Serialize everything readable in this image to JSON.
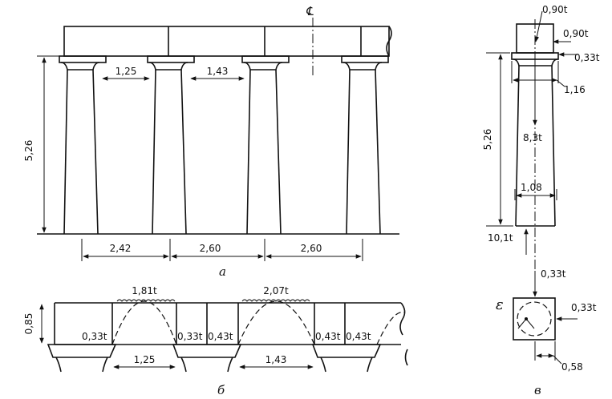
{
  "figure_a": {
    "caption": "а",
    "centerline_symbol": "℄",
    "height": "5,26",
    "clear_spans": [
      "1,25",
      "1,43"
    ],
    "spacings": [
      "2,42",
      "2,60",
      "2,60"
    ]
  },
  "figure_b": {
    "caption": "б",
    "height": "0,85",
    "arch_loads": [
      "1,81t",
      "2,07t"
    ],
    "side_loads": [
      "0,33t",
      "0,33t",
      "0,43t",
      "0,43t",
      "0,43t"
    ],
    "spans": [
      "1,25",
      "1,43"
    ]
  },
  "figure_v": {
    "caption": "в",
    "top_vertical_load": "0,90t",
    "top_horizontal_load": "0,90t",
    "cap_horizontal_load": "0,33t",
    "cap_width": "1,16",
    "axial_load": "8,3t",
    "base_width": "1,08",
    "height": "5,26",
    "reaction": "10,1t",
    "plan_load_top": "0,33t",
    "plan_load_right": "0,33t",
    "eccentricity": "ε",
    "plan_offset": "0,58"
  }
}
